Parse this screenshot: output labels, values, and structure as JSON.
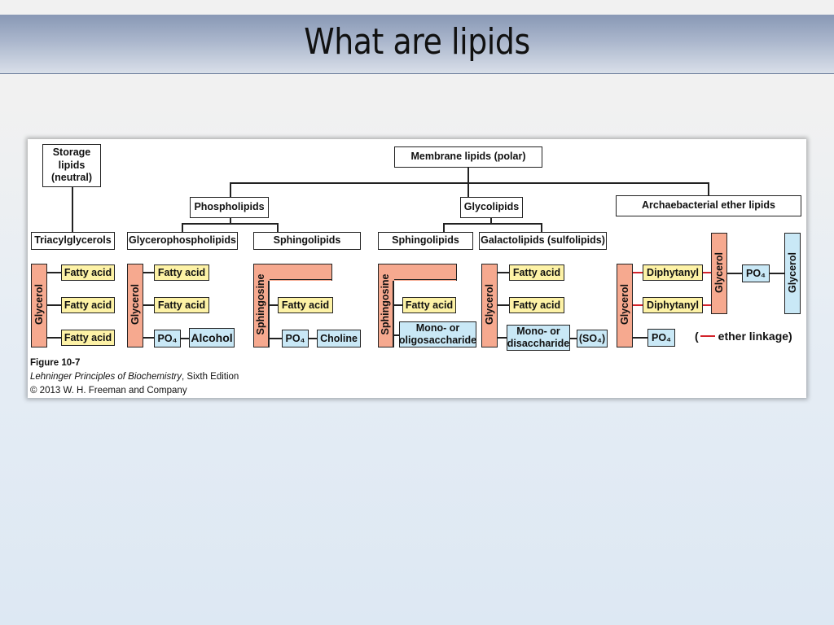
{
  "slide": {
    "title": "What are lipids"
  },
  "diagram": {
    "storage": "Storage lipids (neutral)",
    "membrane": "Membrane lipids (polar)",
    "phospholipids": "Phospholipids",
    "glycolipids": "Glycolipids",
    "archaea": "Archaebacterial ether lipids",
    "triacylglycerols": "Triacylglycerols",
    "glycerophospholipids": "Glycerophospholipids",
    "sphingolipids": "Sphingolipids",
    "galactolipids": "Galactolipids (sulfolipids)",
    "glycerol": "Glycerol",
    "sphingosine": "Sphingosine",
    "fatty_acid": "Fatty acid",
    "po4": "PO₄",
    "alcohol": "Alcohol",
    "choline": "Choline",
    "mono_oligo": "Mono- or oligosaccharide",
    "mono_di": "Mono- or disaccharide",
    "so4": "(SO₄)",
    "diphytanyl": "Diphytanyl",
    "ether_open": "(",
    "ether_linkage": "ether linkage)"
  },
  "caption": {
    "figure": "Figure 10-7",
    "book_title": "Lehninger Principles of Biochemistry",
    "edition": ", Sixth Edition",
    "copyright": "© 2013 W. H. Freeman and Company"
  },
  "colors": {
    "glycerol_block": "#f6a98f",
    "fatty_acid_box": "#fdf2a6",
    "polar_box": "#c9e8f6",
    "ether_linkage": "#d2232a"
  }
}
